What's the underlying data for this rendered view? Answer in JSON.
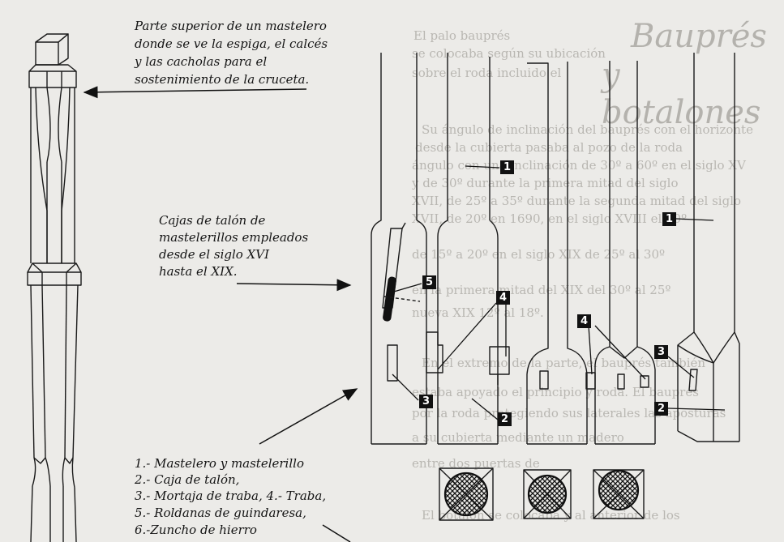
{
  "caption_top": [
    "Parte superior de un mastelero",
    "donde se ve la espiga, el calcés",
    "y las cacholas para el",
    "sostenimiento  de la cruceta."
  ],
  "caption_cajas": [
    "Cajas de talón de",
    "mastelerillos empleados",
    "desde el siglo XVI",
    "hasta el XIX."
  ],
  "legend": [
    "1.- Mastelero y mastelerillo",
    "2.- Caja de talón,",
    "3.- Mortaja de traba,  4.- Traba,",
    "5.- Roldanas de guindaresa,",
    "6.-Zuncho de hierro"
  ],
  "badges": [
    "1",
    "5",
    "4",
    "3",
    "2",
    "4",
    "3",
    "1",
    "2"
  ],
  "background_text": {
    "title": [
      "Bauprés",
      "y botalones"
    ],
    "lines": [
      "El palo bauprés",
      "se colocaba según su ubicación",
      "sobre el roda incluido el",
      "Su ángulo de inclinación del bauprés con el horizonte",
      "desde la cubierta pasaba al pozo de la roda",
      "ángulo con una inclinación de 30º a 60º en el siglo XV",
      "y de 30º durante la primera mitad del siglo",
      "XVII, de 25º a 35º durante la segunda mitad del siglo",
      "XVII, de 20º en 1690, en el siglo XVIII el 40º",
      "de 15º a 20º en el siglo XIX de 25º al 30º",
      "en la primera mitad del XIX del 30º al 25º",
      "nueva XIX 12º al 18º.",
      "En el extremo de la parte, el bauprés también",
      "estaba apoyado el principio y roda. El bauprés",
      "por la roda protegiendo sus laterales las aposturas",
      "a su cubierta mediante un madero",
      "entre dos puertas de",
      "El botalón se colocaba y al anterior de los"
    ]
  },
  "colors": {
    "paper": "#ecebe8",
    "ink": "#141414",
    "ghost": "#b9b7b2"
  }
}
